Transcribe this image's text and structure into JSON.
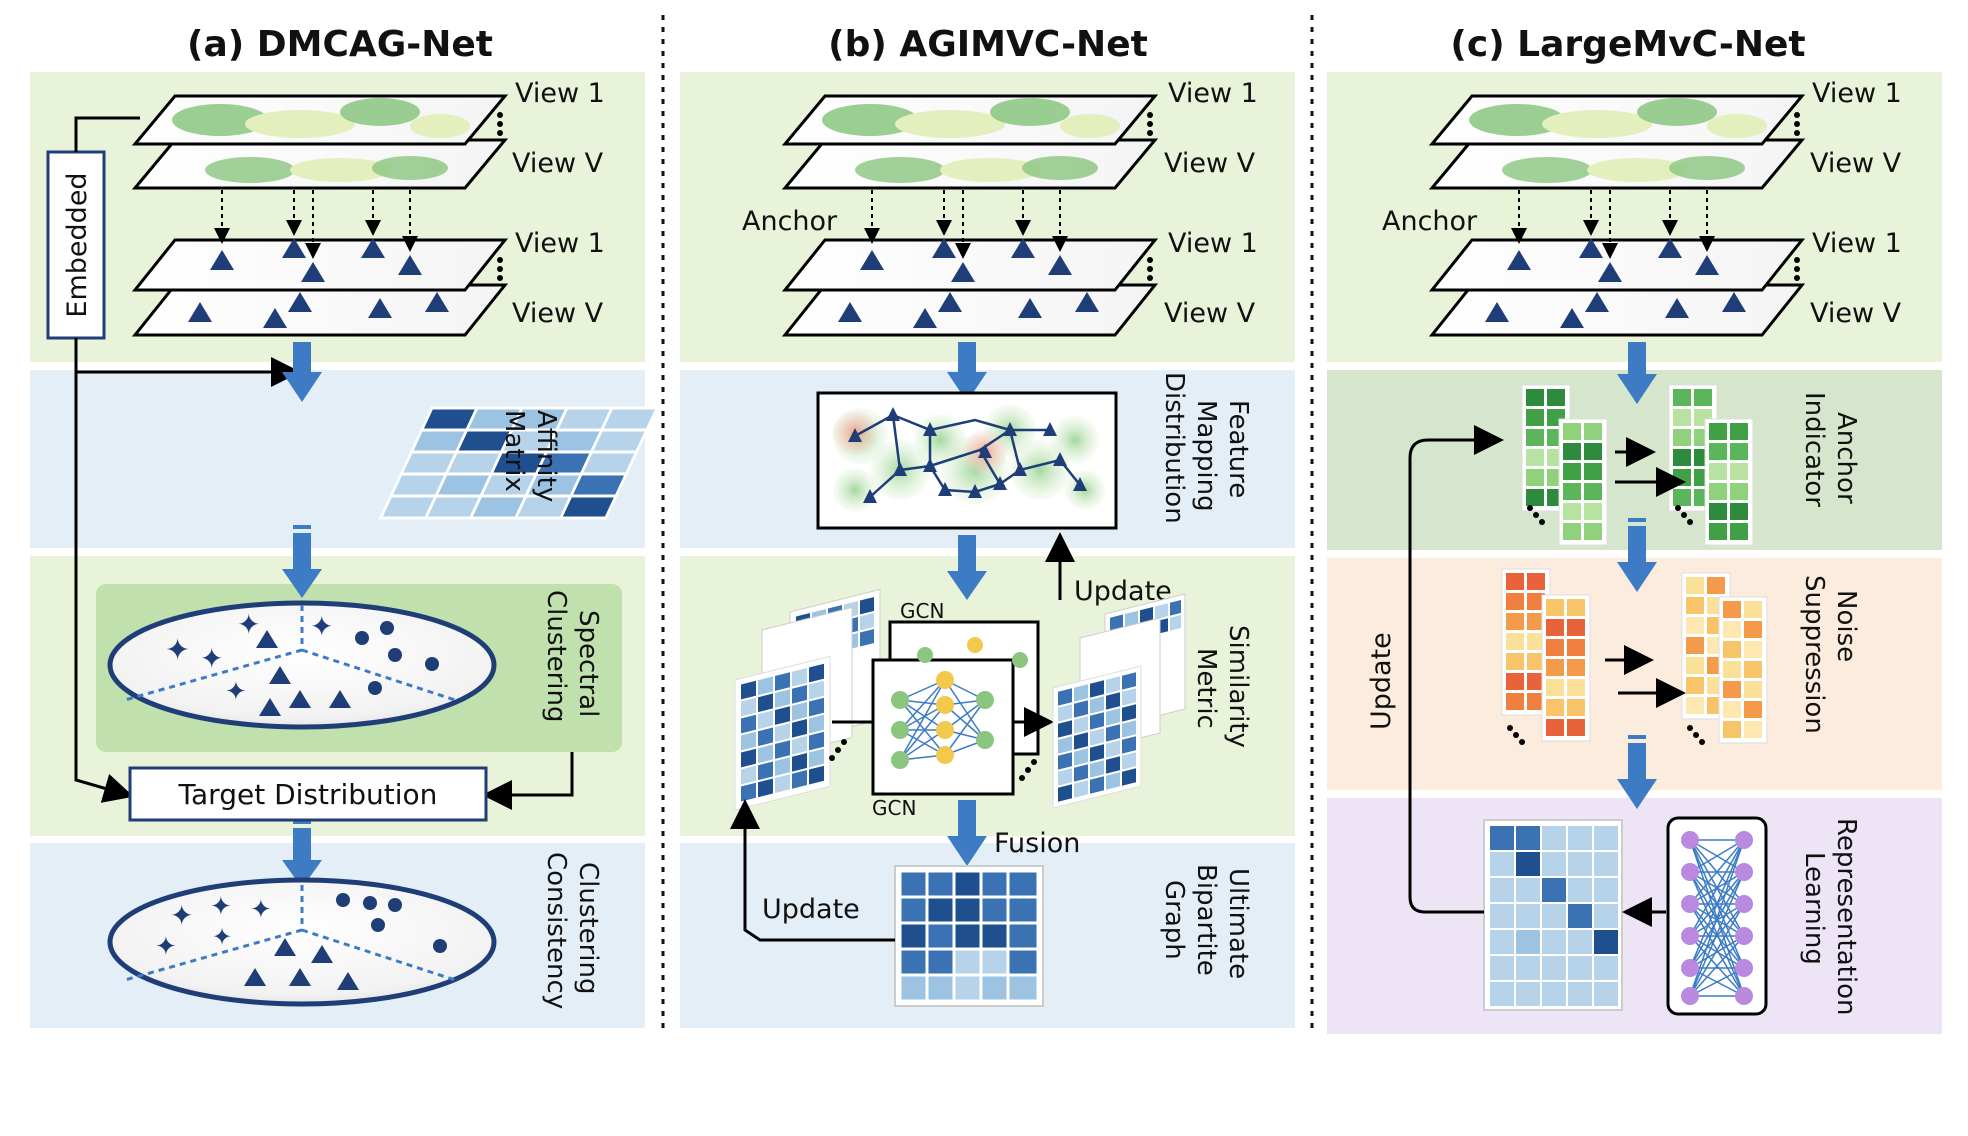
{
  "panels": {
    "a": {
      "title": "(a) DMCAG-Net",
      "view_top": "View 1",
      "view_bottom": "View V",
      "view_top_2": "View 1",
      "view_bottom_2": "View V",
      "embedded": "Embedded",
      "affinity": [
        "Affinity",
        "Matrix"
      ],
      "spectral": [
        "Spectral",
        "Clustering"
      ],
      "target_distribution": "Target  Distribution",
      "consistency": [
        "Clustering",
        "Consistency"
      ]
    },
    "b": {
      "title": "(b) AGIMVC-Net",
      "view_top": "View 1",
      "view_bottom": "View V",
      "view_top_2": "View 1",
      "view_bottom_2": "View V",
      "anchor": "Anchor",
      "feature_mapping": [
        "Feature",
        "Mapping",
        "Distribution"
      ],
      "update_right": "Update",
      "gcn_top": "GCN",
      "gcn_bottom": "GCN",
      "similarity": [
        "Similarity",
        "Metric"
      ],
      "fusion": "Fusion",
      "update_left": "Update",
      "bipartite": [
        "Ultimate",
        "Bipartite",
        "Graph"
      ]
    },
    "c": {
      "title": "(c) LargeMvC-Net",
      "view_top": "View 1",
      "view_bottom": "View V",
      "view_top_2": "View 1",
      "view_bottom_2": "View V",
      "anchor": "Anchor",
      "anchor_indicator": [
        "Anchor",
        "Indicator"
      ],
      "noise": [
        "Noise",
        "Suppression"
      ],
      "update": "Update",
      "representation": [
        "Representation",
        "Learning"
      ]
    }
  },
  "colors": {
    "green_band": "#e8f3d9",
    "blue_band": "#e4eef6",
    "peach_band": "#fbecdd",
    "purple_band": "#ede4f5",
    "sage_band": "#d5e6cc",
    "arrow_blue": "#3d7cc4",
    "triangle": "#1f3d77"
  }
}
